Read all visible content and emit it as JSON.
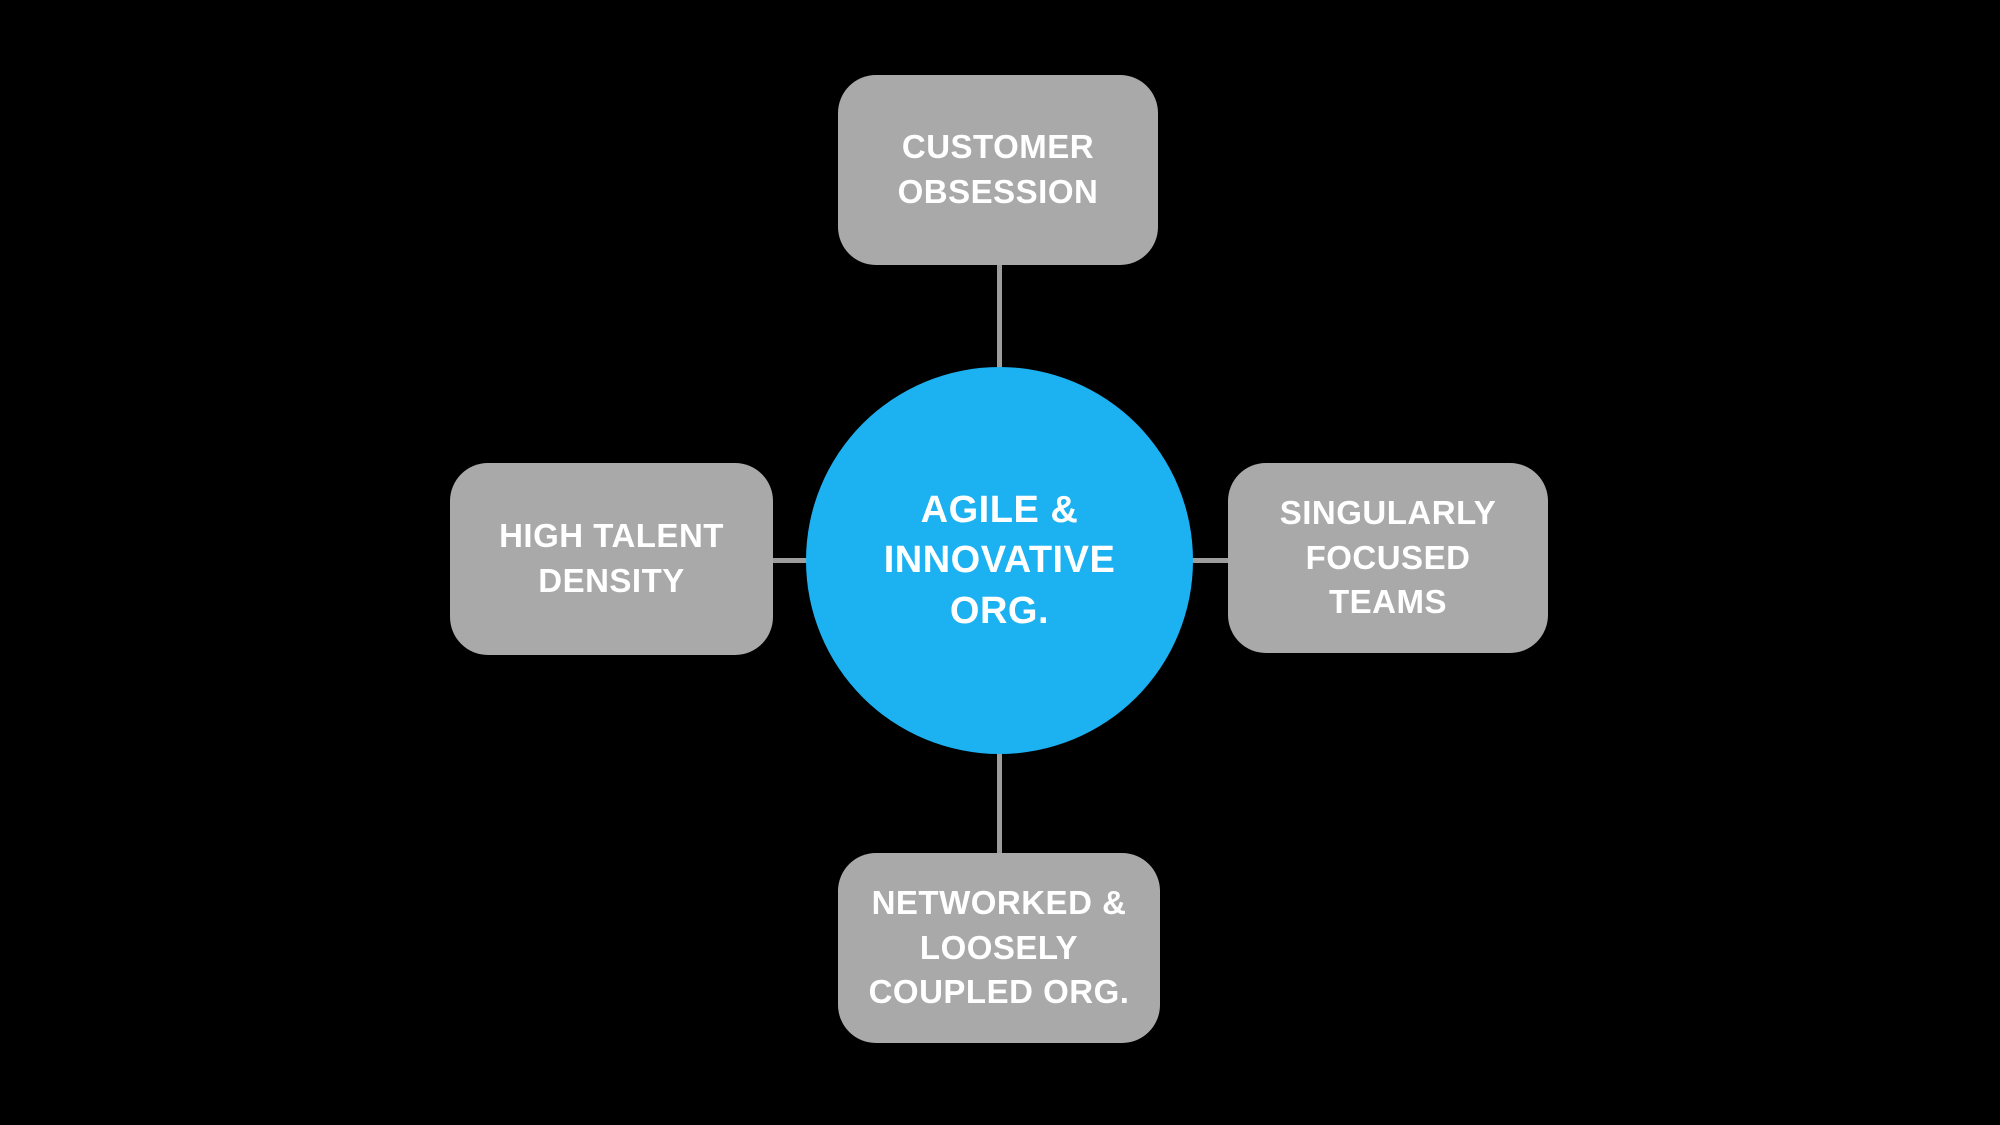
{
  "colors": {
    "background": "#000000",
    "hub_fill": "#1CB1F1",
    "node_fill": "#A9A9A9",
    "connector": "#9D9D9D",
    "text": "#FFFFFF"
  },
  "diagram": {
    "type": "hub-and-spoke",
    "hub": {
      "label": "AGILE &\nINNOVATIVE\nORG."
    },
    "nodes": [
      {
        "position": "top",
        "label": "CUSTOMER\nOBSESSION"
      },
      {
        "position": "right",
        "label": "SINGULARLY\nFOCUSED\nTEAMS"
      },
      {
        "position": "bottom",
        "label": "NETWORKED &\nLOOSELY\nCOUPLED ORG."
      },
      {
        "position": "left",
        "label": "HIGH TALENT\nDENSITY"
      }
    ],
    "connectors": [
      {
        "from": "hub",
        "to": "top"
      },
      {
        "from": "hub",
        "to": "right"
      },
      {
        "from": "hub",
        "to": "bottom"
      },
      {
        "from": "hub",
        "to": "left"
      }
    ]
  }
}
